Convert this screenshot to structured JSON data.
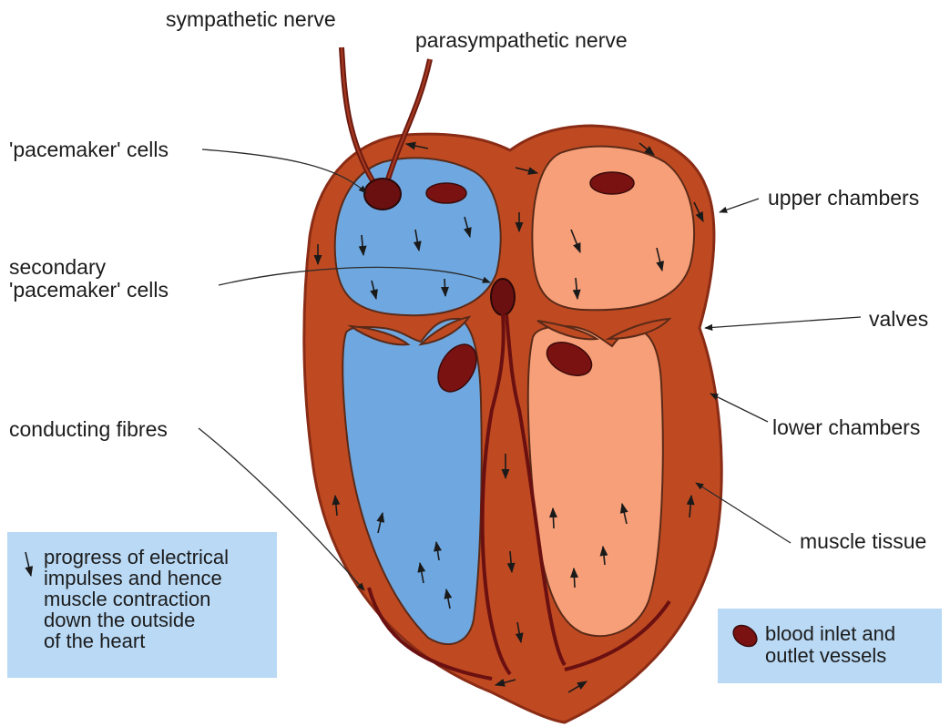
{
  "labels": {
    "sympathetic_nerve": "sympathetic nerve",
    "parasympathetic_nerve": "parasympathetic nerve",
    "pacemaker_cells": "'pacemaker' cells",
    "secondary_line1": "secondary",
    "secondary_line2": "'pacemaker' cells",
    "conducting_fibres": "conducting fibres",
    "upper_chambers": "upper chambers",
    "valves": "valves",
    "lower_chambers": "lower chambers",
    "muscle_tissue": "muscle tissue"
  },
  "legend": {
    "impulse_lines": [
      "progress of electrical",
      "impulses and hence",
      "muscle contraction",
      "down the outside",
      "of the heart"
    ],
    "vessel_lines": [
      "blood inlet and",
      "outlet vessels"
    ]
  },
  "colors": {
    "muscle": "#bf4a22",
    "muscle_dark": "#8a2c15",
    "left_chambers": "#6fa8e0",
    "right_chambers": "#f79f78",
    "vessel": "#7a1212",
    "legend_box": "#b9d9f5"
  }
}
